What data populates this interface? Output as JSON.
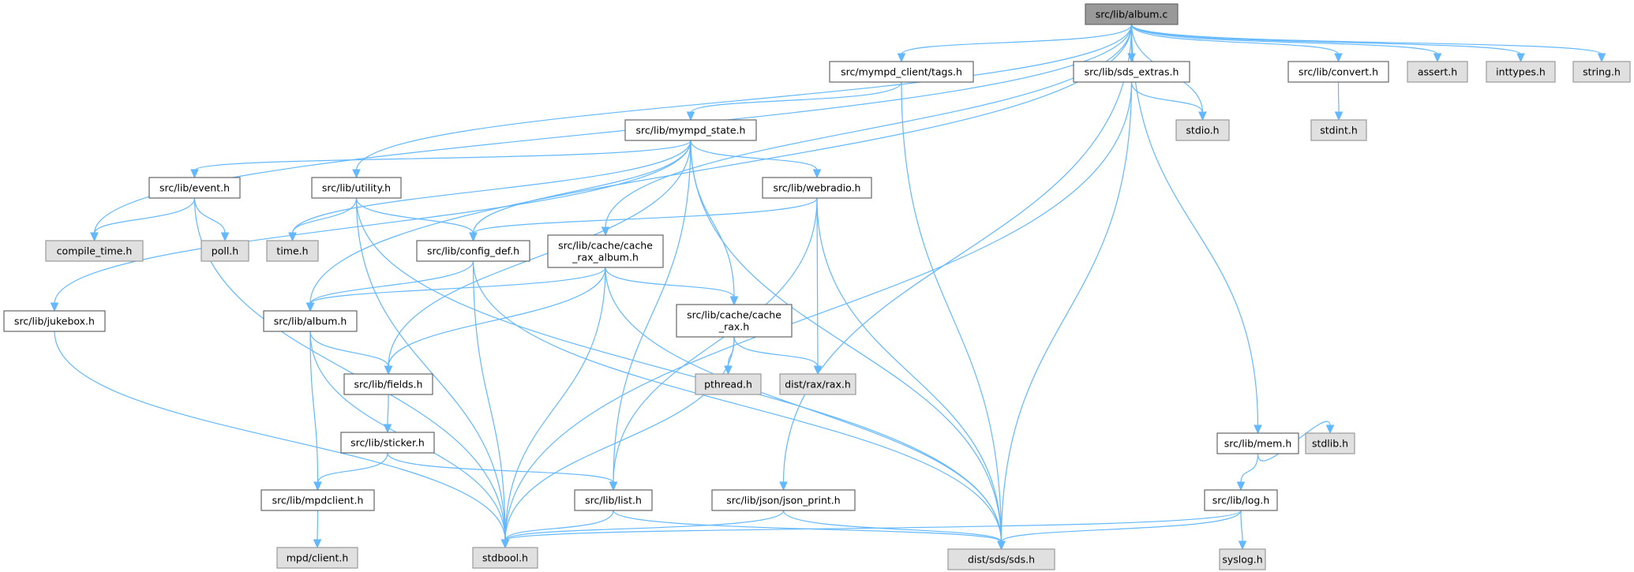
{
  "title": "src/lib/album.c",
  "colors": {
    "edge": "#63b8ff",
    "root_fill": "#999999",
    "local_fill": "#ffffff",
    "system_fill": "#e0e0e0",
    "border": "#666666",
    "system_border": "#999999"
  },
  "nodes": [
    {
      "id": "album_c",
      "label": [
        "src/lib/album.c"
      ],
      "kind": "root"
    },
    {
      "id": "tags_h",
      "label": [
        "src/mympd_client/tags.h"
      ],
      "kind": "local"
    },
    {
      "id": "sds_extras_h",
      "label": [
        "src/lib/sds_extras.h"
      ],
      "kind": "local"
    },
    {
      "id": "convert_h",
      "label": [
        "src/lib/convert.h"
      ],
      "kind": "local"
    },
    {
      "id": "assert_h",
      "label": [
        "assert.h"
      ],
      "kind": "system"
    },
    {
      "id": "inttypes_h",
      "label": [
        "inttypes.h"
      ],
      "kind": "system"
    },
    {
      "id": "string_h",
      "label": [
        "string.h"
      ],
      "kind": "system"
    },
    {
      "id": "mympd_state_h",
      "label": [
        "src/lib/mympd_state.h"
      ],
      "kind": "local"
    },
    {
      "id": "stdio_h",
      "label": [
        "stdio.h"
      ],
      "kind": "system"
    },
    {
      "id": "stdint_h",
      "label": [
        "stdint.h"
      ],
      "kind": "system"
    },
    {
      "id": "event_h",
      "label": [
        "src/lib/event.h"
      ],
      "kind": "local"
    },
    {
      "id": "utility_h",
      "label": [
        "src/lib/utility.h"
      ],
      "kind": "local"
    },
    {
      "id": "webradio_h",
      "label": [
        "src/lib/webradio.h"
      ],
      "kind": "local"
    },
    {
      "id": "compile_time_h",
      "label": [
        "compile_time.h"
      ],
      "kind": "system"
    },
    {
      "id": "poll_h",
      "label": [
        "poll.h"
      ],
      "kind": "system"
    },
    {
      "id": "time_h",
      "label": [
        "time.h"
      ],
      "kind": "system"
    },
    {
      "id": "config_def_h",
      "label": [
        "src/lib/config_def.h"
      ],
      "kind": "local"
    },
    {
      "id": "cache_rax_album_h",
      "label": [
        "src/lib/cache/cache",
        "_rax_album.h"
      ],
      "kind": "local"
    },
    {
      "id": "jukebox_h",
      "label": [
        "src/lib/jukebox.h"
      ],
      "kind": "local"
    },
    {
      "id": "album_h",
      "label": [
        "src/lib/album.h"
      ],
      "kind": "local"
    },
    {
      "id": "cache_rax_h",
      "label": [
        "src/lib/cache/cache",
        "_rax.h"
      ],
      "kind": "local"
    },
    {
      "id": "fields_h",
      "label": [
        "src/lib/fields.h"
      ],
      "kind": "local"
    },
    {
      "id": "pthread_h",
      "label": [
        "pthread.h"
      ],
      "kind": "system"
    },
    {
      "id": "rax_h",
      "label": [
        "dist/rax/rax.h"
      ],
      "kind": "system"
    },
    {
      "id": "sticker_h",
      "label": [
        "src/lib/sticker.h"
      ],
      "kind": "local"
    },
    {
      "id": "mem_h",
      "label": [
        "src/lib/mem.h"
      ],
      "kind": "local"
    },
    {
      "id": "stdlib_h",
      "label": [
        "stdlib.h"
      ],
      "kind": "system"
    },
    {
      "id": "mpdclient_h",
      "label": [
        "src/lib/mpdclient.h"
      ],
      "kind": "local"
    },
    {
      "id": "list_h",
      "label": [
        "src/lib/list.h"
      ],
      "kind": "local"
    },
    {
      "id": "json_print_h",
      "label": [
        "src/lib/json/json_print.h"
      ],
      "kind": "local"
    },
    {
      "id": "log_h",
      "label": [
        "src/lib/log.h"
      ],
      "kind": "local"
    },
    {
      "id": "mpd_client_h",
      "label": [
        "mpd/client.h"
      ],
      "kind": "system"
    },
    {
      "id": "stdbool_h",
      "label": [
        "stdbool.h"
      ],
      "kind": "system"
    },
    {
      "id": "sds_h",
      "label": [
        "dist/sds/sds.h"
      ],
      "kind": "system"
    },
    {
      "id": "syslog_h",
      "label": [
        "syslog.h"
      ],
      "kind": "system"
    }
  ],
  "edges": [
    [
      "album_c",
      "compile_time_h"
    ],
    [
      "album_c",
      "album_h"
    ],
    [
      "album_c",
      "utility_h"
    ],
    [
      "album_c",
      "tags_h"
    ],
    [
      "album_c",
      "cache_rax_album_h"
    ],
    [
      "album_c",
      "sds_extras_h"
    ],
    [
      "album_c",
      "stdio_h"
    ],
    [
      "album_c",
      "json_print_h"
    ],
    [
      "album_c",
      "mem_h"
    ],
    [
      "album_c",
      "convert_h"
    ],
    [
      "album_c",
      "assert_h"
    ],
    [
      "album_c",
      "inttypes_h"
    ],
    [
      "album_c",
      "string_h"
    ],
    [
      "tags_h",
      "mympd_state_h"
    ],
    [
      "tags_h",
      "sds_h"
    ],
    [
      "sds_extras_h",
      "stdio_h"
    ],
    [
      "sds_extras_h",
      "stdbool_h"
    ],
    [
      "sds_extras_h",
      "sds_h"
    ],
    [
      "convert_h",
      "stdint_h"
    ],
    [
      "mympd_state_h",
      "jukebox_h"
    ],
    [
      "mympd_state_h",
      "event_h"
    ],
    [
      "mympd_state_h",
      "time_h"
    ],
    [
      "mympd_state_h",
      "fields_h"
    ],
    [
      "mympd_state_h",
      "config_def_h"
    ],
    [
      "mympd_state_h",
      "webradio_h"
    ],
    [
      "mympd_state_h",
      "cache_rax_h"
    ],
    [
      "mympd_state_h",
      "list_h"
    ],
    [
      "mympd_state_h",
      "sds_h"
    ],
    [
      "event_h",
      "compile_time_h"
    ],
    [
      "event_h",
      "poll_h"
    ],
    [
      "event_h",
      "stdbool_h"
    ],
    [
      "utility_h",
      "time_h"
    ],
    [
      "utility_h",
      "config_def_h"
    ],
    [
      "utility_h",
      "stdbool_h"
    ],
    [
      "utility_h",
      "sds_h"
    ],
    [
      "webradio_h",
      "config_def_h"
    ],
    [
      "webradio_h",
      "list_h"
    ],
    [
      "webradio_h",
      "rax_h"
    ],
    [
      "webradio_h",
      "sds_h"
    ],
    [
      "config_def_h",
      "album_h"
    ],
    [
      "config_def_h",
      "stdbool_h"
    ],
    [
      "config_def_h",
      "sds_h"
    ],
    [
      "cache_rax_album_h",
      "album_h"
    ],
    [
      "cache_rax_album_h",
      "fields_h"
    ],
    [
      "cache_rax_album_h",
      "stdbool_h"
    ],
    [
      "cache_rax_album_h",
      "cache_rax_h"
    ],
    [
      "cache_rax_album_h",
      "sds_h"
    ],
    [
      "cache_rax_h",
      "stdbool_h"
    ],
    [
      "cache_rax_h",
      "pthread_h"
    ],
    [
      "cache_rax_h",
      "rax_h"
    ],
    [
      "jukebox_h",
      "stdbool_h"
    ],
    [
      "album_h",
      "fields_h"
    ],
    [
      "album_h",
      "mpdclient_h"
    ],
    [
      "album_h",
      "stdbool_h"
    ],
    [
      "fields_h",
      "sticker_h"
    ],
    [
      "sticker_h",
      "mpdclient_h"
    ],
    [
      "sticker_h",
      "list_h"
    ],
    [
      "mpdclient_h",
      "mpd_client_h"
    ],
    [
      "list_h",
      "stdbool_h"
    ],
    [
      "list_h",
      "sds_h"
    ],
    [
      "json_print_h",
      "stdbool_h"
    ],
    [
      "json_print_h",
      "sds_h"
    ],
    [
      "mem_h",
      "log_h"
    ],
    [
      "mem_h",
      "stdlib_h"
    ],
    [
      "log_h",
      "stdbool_h"
    ],
    [
      "log_h",
      "syslog_h"
    ],
    [
      "log_h",
      "sds_h"
    ]
  ]
}
